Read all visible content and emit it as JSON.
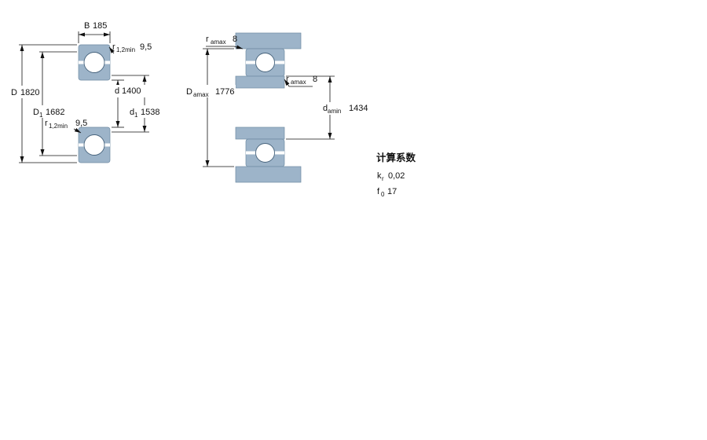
{
  "colors": {
    "section": "#9db4c9",
    "background": "#ffffff",
    "line": "#111111"
  },
  "left_view": {
    "B": {
      "base": "B",
      "value": "185"
    },
    "r_top": {
      "base": "r",
      "sub": "1,2min",
      "value": "9,5"
    },
    "D": {
      "base": "D",
      "value": "1820"
    },
    "D1": {
      "base": "D",
      "sub": "1",
      "value": "1682"
    },
    "d": {
      "base": "d",
      "value": "1400"
    },
    "d1": {
      "base": "d",
      "sub": "1",
      "value": "1538"
    },
    "r_bottom": {
      "base": "r",
      "sub": "1,2min",
      "value": "9,5"
    }
  },
  "right_view": {
    "ra_top": {
      "base": "r",
      "sub": "amax",
      "value": "8"
    },
    "Da": {
      "base": "D",
      "sub": "amax",
      "value": "1776"
    },
    "ra_mid": {
      "base": "r",
      "sub": "amax",
      "value": "8"
    },
    "da": {
      "base": "d",
      "sub": "amin",
      "value": "1434"
    }
  },
  "factors": {
    "title": "计算系数",
    "kr": {
      "base": "k",
      "sub": "r",
      "value": "0,02"
    },
    "f0": {
      "base": "f",
      "sub": "0",
      "value": "17"
    }
  }
}
